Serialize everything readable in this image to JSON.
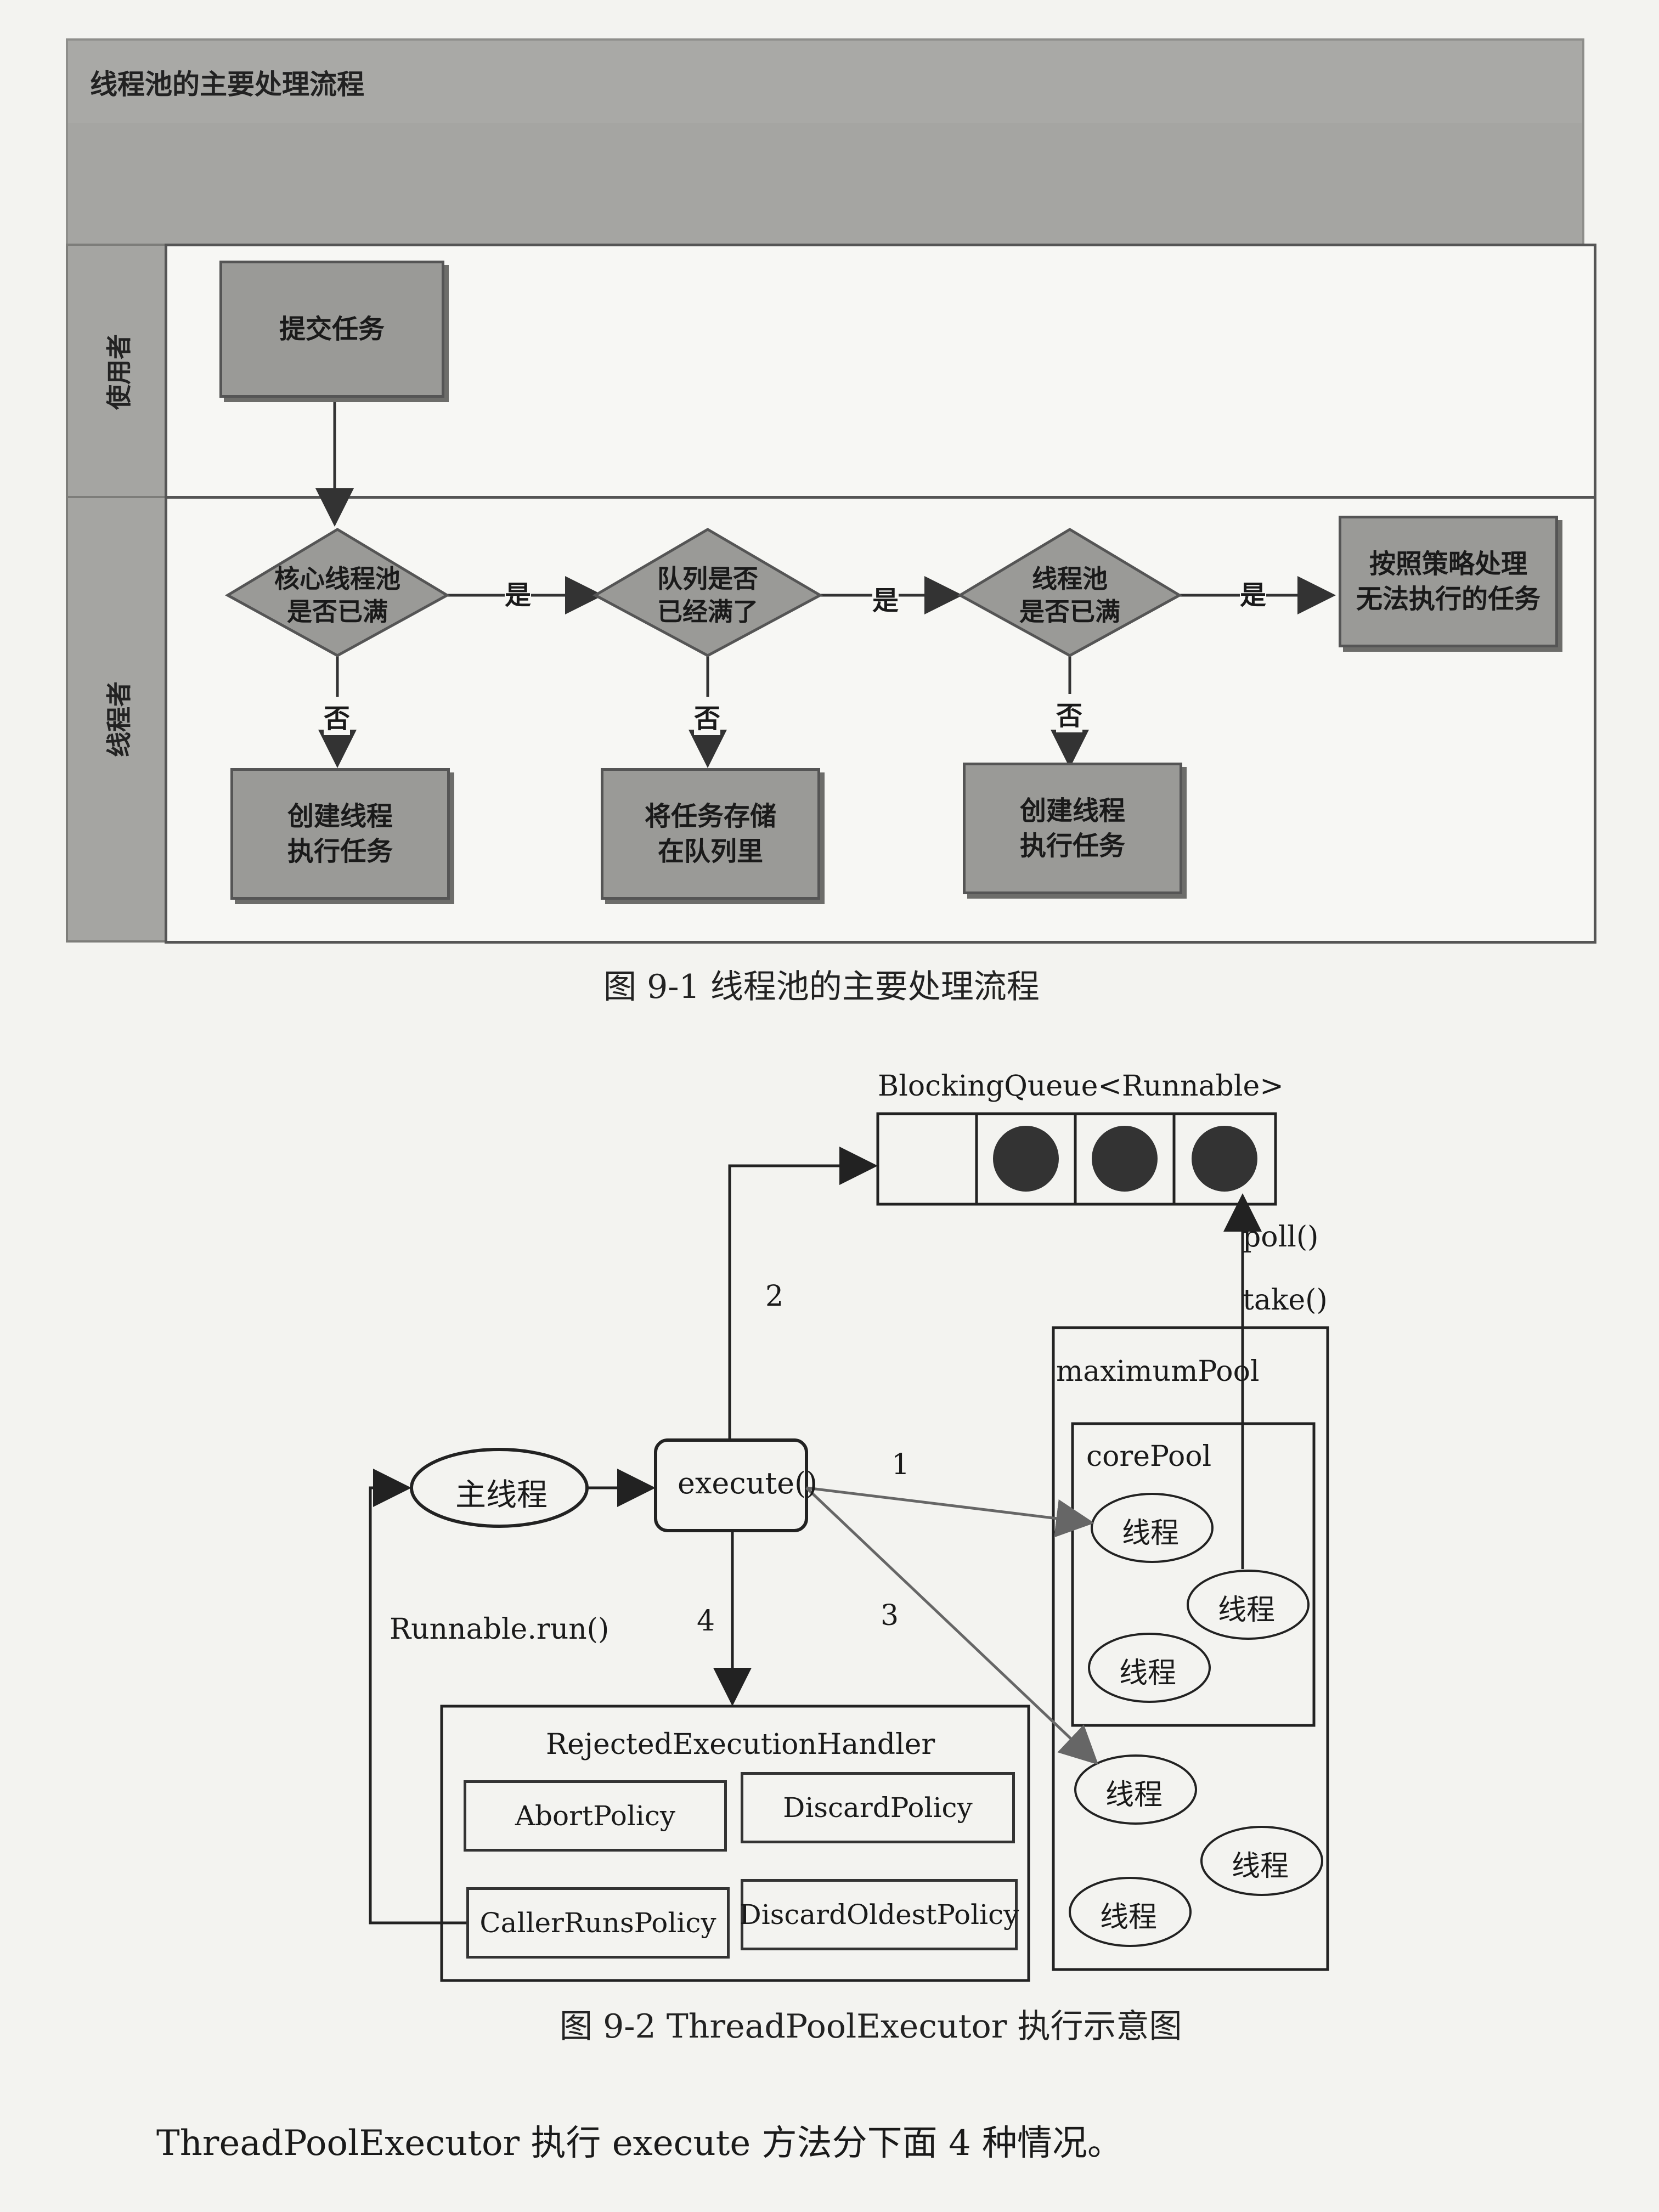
{
  "figure1": {
    "swimlane_title": "线程池的主要处理流程",
    "lanes": {
      "user": "使用者",
      "pool": "线程者"
    },
    "nodes": {
      "submit": "提交任务",
      "core_full": "核心线程池\n是否已满",
      "queue_full": "队列是否\n已经满了",
      "pool_full": "线程池\n是否已满",
      "reject": "按照策略处理\n无法执行的任务",
      "create_core": "创建线程\n执行任务",
      "store_queue": "将任务存储\n在队列里",
      "create_thread": "创建线程\n执行任务"
    },
    "edge_labels": {
      "yes": "是",
      "no": "否"
    },
    "caption": "图 9-1   线程池的主要处理流程"
  },
  "figure2": {
    "queue_label": "BlockingQueue<Runnable>",
    "main_thread": "主线程",
    "execute": "execute()",
    "max_pool": "maximumPool",
    "core_pool": "corePool",
    "thread": "线程",
    "poll": "poll()",
    "take": "take()",
    "runnable_run": "Runnable.run()",
    "step1": "1",
    "step2": "2",
    "step3": "3",
    "step4": "4",
    "handler": "RejectedExecutionHandler",
    "policies": {
      "abort": "AbortPolicy",
      "discard": "DiscardPolicy",
      "caller_runs": "CallerRunsPolicy",
      "discard_oldest": "DiscardOldestPolicy"
    },
    "caption": "图 9-2   ThreadPoolExecutor 执行示意图"
  },
  "body_text": "ThreadPoolExecutor 执行 execute 方法分下面 4 种情况。",
  "colors": {
    "box_fill": "#9a9a97",
    "lane_fill": "#a5a5a2",
    "paper": "#f3f3f0"
  }
}
